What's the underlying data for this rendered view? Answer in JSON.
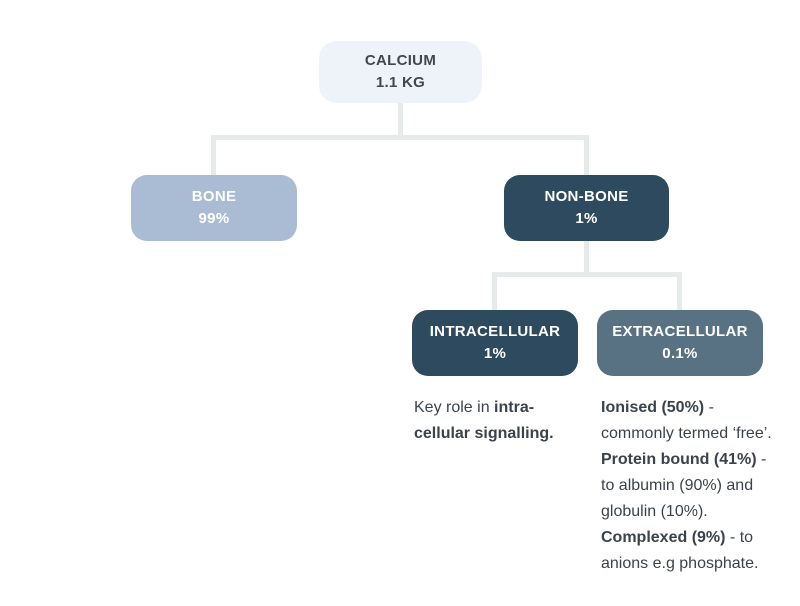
{
  "diagram": {
    "title": "Calcium distribution tree",
    "colors": {
      "root_box": "#edf3f8",
      "bone_box": "#a9bcd3",
      "dark_box": "#2e4a5e",
      "extracellular_box": "#587183",
      "connector": "#e6eaea",
      "dark_text": "#40474e",
      "note_text": "#3b424c",
      "box_text": "#ffffff"
    }
  },
  "tree": {
    "root": {
      "label": "CALCIUM",
      "value": "1.1 KG"
    },
    "bone": {
      "label": "BONE",
      "value": "99%"
    },
    "non_bone": {
      "label": "NON-BONE",
      "value": "1%"
    },
    "intracellular": {
      "label": "INTRACELLULAR",
      "value": "1%"
    },
    "extracellular": {
      "label": "EXTRACELLULAR",
      "value": "0.1%"
    }
  },
  "notes": {
    "intracellular": {
      "lines": [
        {
          "pre": "Key role in ",
          "bold": "intra-",
          "post": ""
        },
        {
          "pre": "",
          "bold": "cellular signalling.",
          "post": ""
        }
      ]
    },
    "extracellular": {
      "lines": [
        {
          "pre": "",
          "bold": "Ionised (50%)",
          "post": " -"
        },
        {
          "pre": "commonly termed ‘free’.",
          "bold": "",
          "post": ""
        },
        {
          "pre": "",
          "bold": "Protein bound (41%)",
          "post": " -"
        },
        {
          "pre": "to albumin (90%) and",
          "bold": "",
          "post": ""
        },
        {
          "pre": "globulin (10%).",
          "bold": "",
          "post": ""
        },
        {
          "pre": "",
          "bold": "Complexed (9%)",
          "post": " - to"
        },
        {
          "pre": "anions e.g phosphate.",
          "bold": "",
          "post": ""
        }
      ]
    }
  }
}
